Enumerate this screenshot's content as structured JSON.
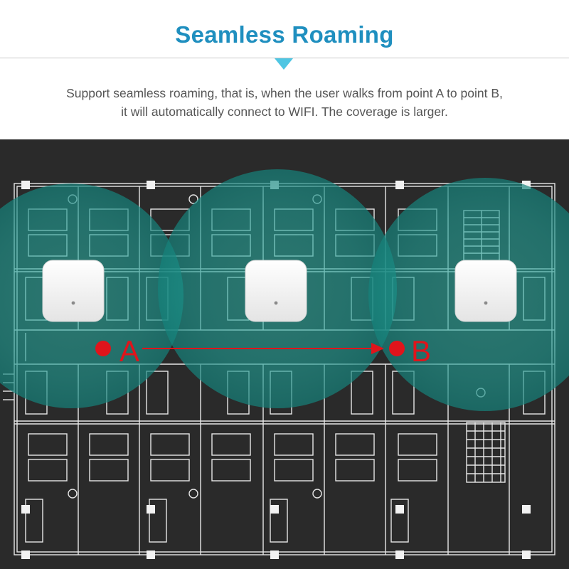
{
  "header": {
    "title": "Seamless Roaming",
    "subtitle_line1": "Support seamless roaming, that is, when the user walks from point A to point B,",
    "subtitle_line2": "it will automatically connect to WIFI. The coverage is larger."
  },
  "floorplan": {
    "point_a_label": "A",
    "point_b_label": "B",
    "access_points": [
      "left",
      "center",
      "right"
    ]
  },
  "colors": {
    "title": "#1f8fbf",
    "pointer": "#4fc6e3",
    "subtitle": "#555555",
    "background_dark": "#2a2a2a",
    "coverage": "#1f9b92",
    "route": "#e0141b",
    "blueprint_lines": "#e8e8e8"
  }
}
